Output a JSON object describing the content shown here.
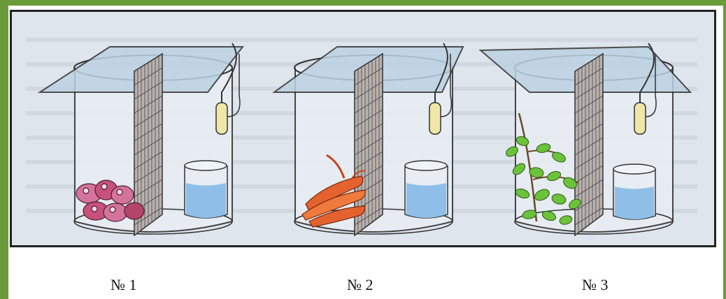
{
  "labels": {
    "jar1": "№ 1",
    "jar2": "№ 2",
    "jar3": "№ 3"
  },
  "colors": {
    "frame_green": "#6b9a3a",
    "panel_bg": "#dfe5ec",
    "water": "#8fbfe8",
    "carrot": "#e4622e",
    "leaf": "#6cc23a",
    "mouse": "#c7517a"
  },
  "icons": [
    "jar-1-icon",
    "jar-2-icon",
    "jar-3-icon",
    "mesh-partition-icon",
    "thermometer-icon",
    "water-beaker-icon",
    "mice-icon",
    "carrots-icon",
    "plant-icon"
  ]
}
